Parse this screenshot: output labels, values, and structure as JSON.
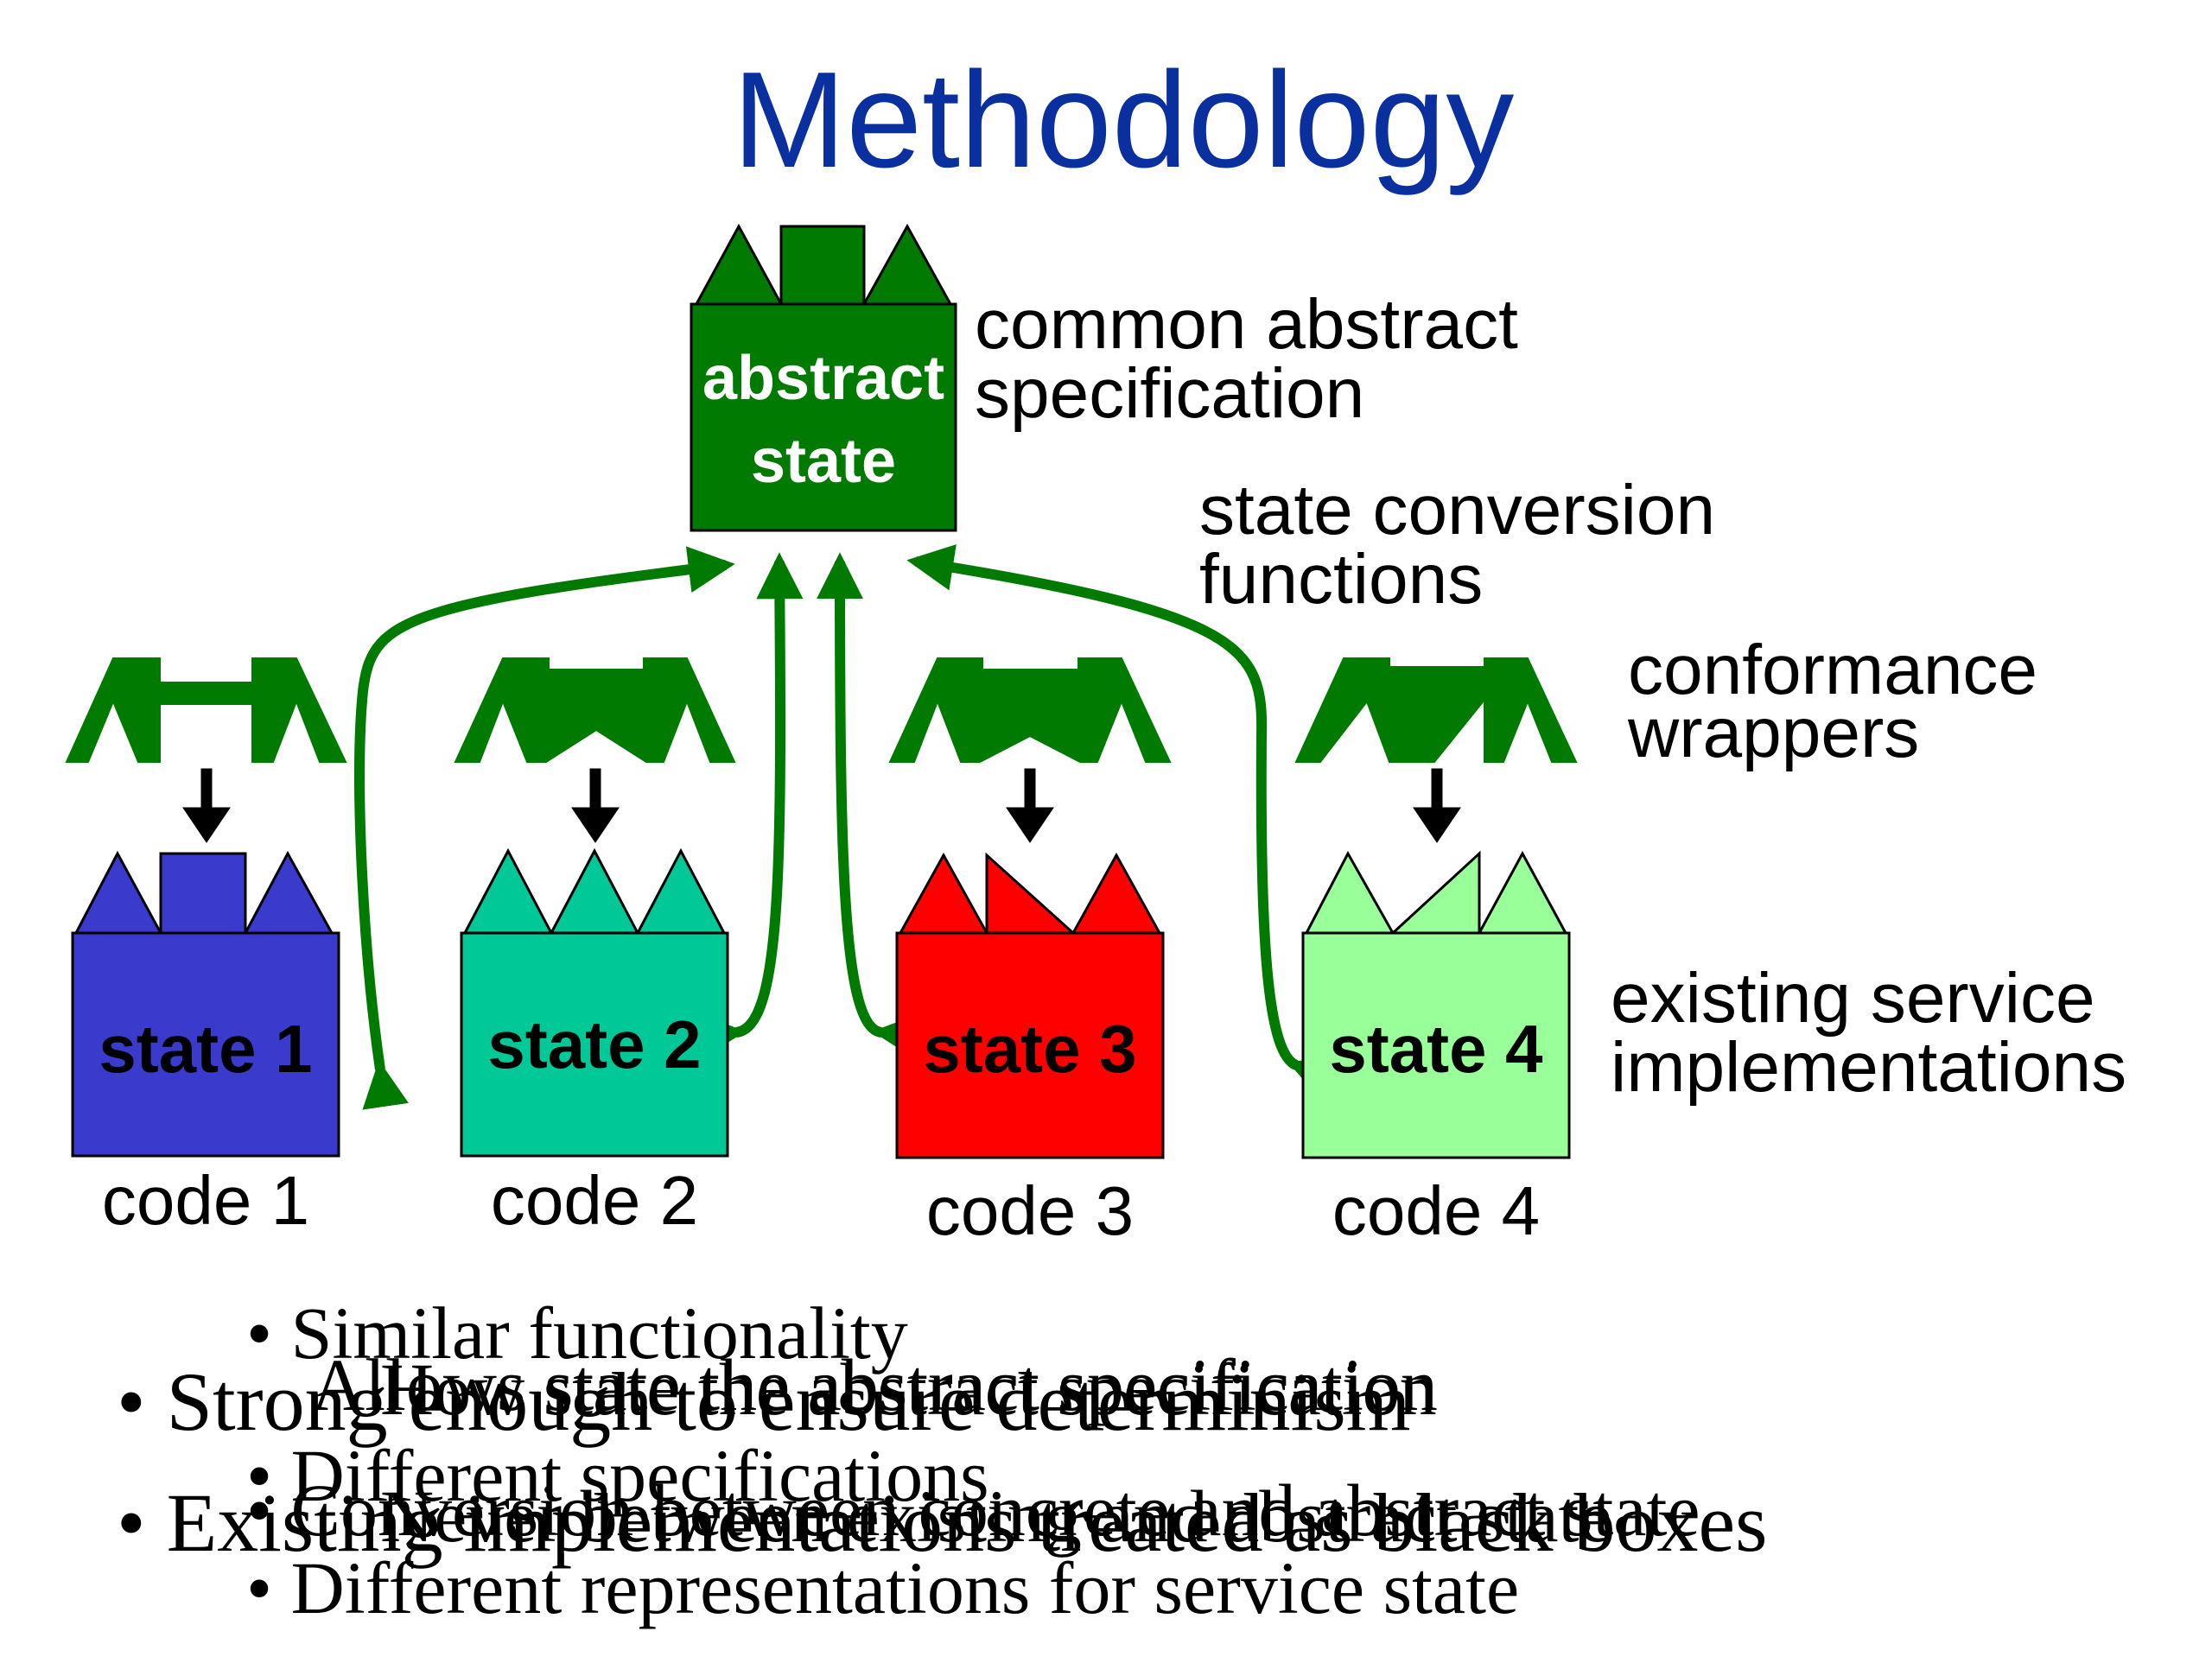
{
  "title": "Methodology",
  "colors": {
    "title": "#0a2f9e",
    "abstract_green": "#007a00",
    "state1": "#3a3acc",
    "state2": "#00c896",
    "state3": "#ff0000",
    "state4": "#99ff99"
  },
  "abstract_box": {
    "line1": "abstract",
    "line2": "state"
  },
  "labels": {
    "spec_line1": "common abstract",
    "spec_line2": "specification",
    "conv_line1": "state conversion",
    "conv_line2": "functions",
    "wrap_line1": "conformance",
    "wrap_line2": "wrappers",
    "impl_line1": "existing service",
    "impl_line2": "implementations"
  },
  "states": [
    {
      "label": "state 1",
      "code": "code 1"
    },
    {
      "label": "state 2",
      "code": "code 2"
    },
    {
      "label": "state 3",
      "code": "code 3"
    },
    {
      "label": "state 4",
      "code": "code 4"
    }
  ],
  "bullets": {
    "level1": [
      "Strong enough to ensure determinism",
      "Existing implementations treated as black boxes"
    ],
    "level2": [
      "Similar functionality",
      "Allows state the abstract specification",
      "How state the abstract specification",
      "Different specifications",
      "Conversion between concrete and abstract state",
      "Never between existing and abstract state",
      "Different representations for service state"
    ]
  }
}
